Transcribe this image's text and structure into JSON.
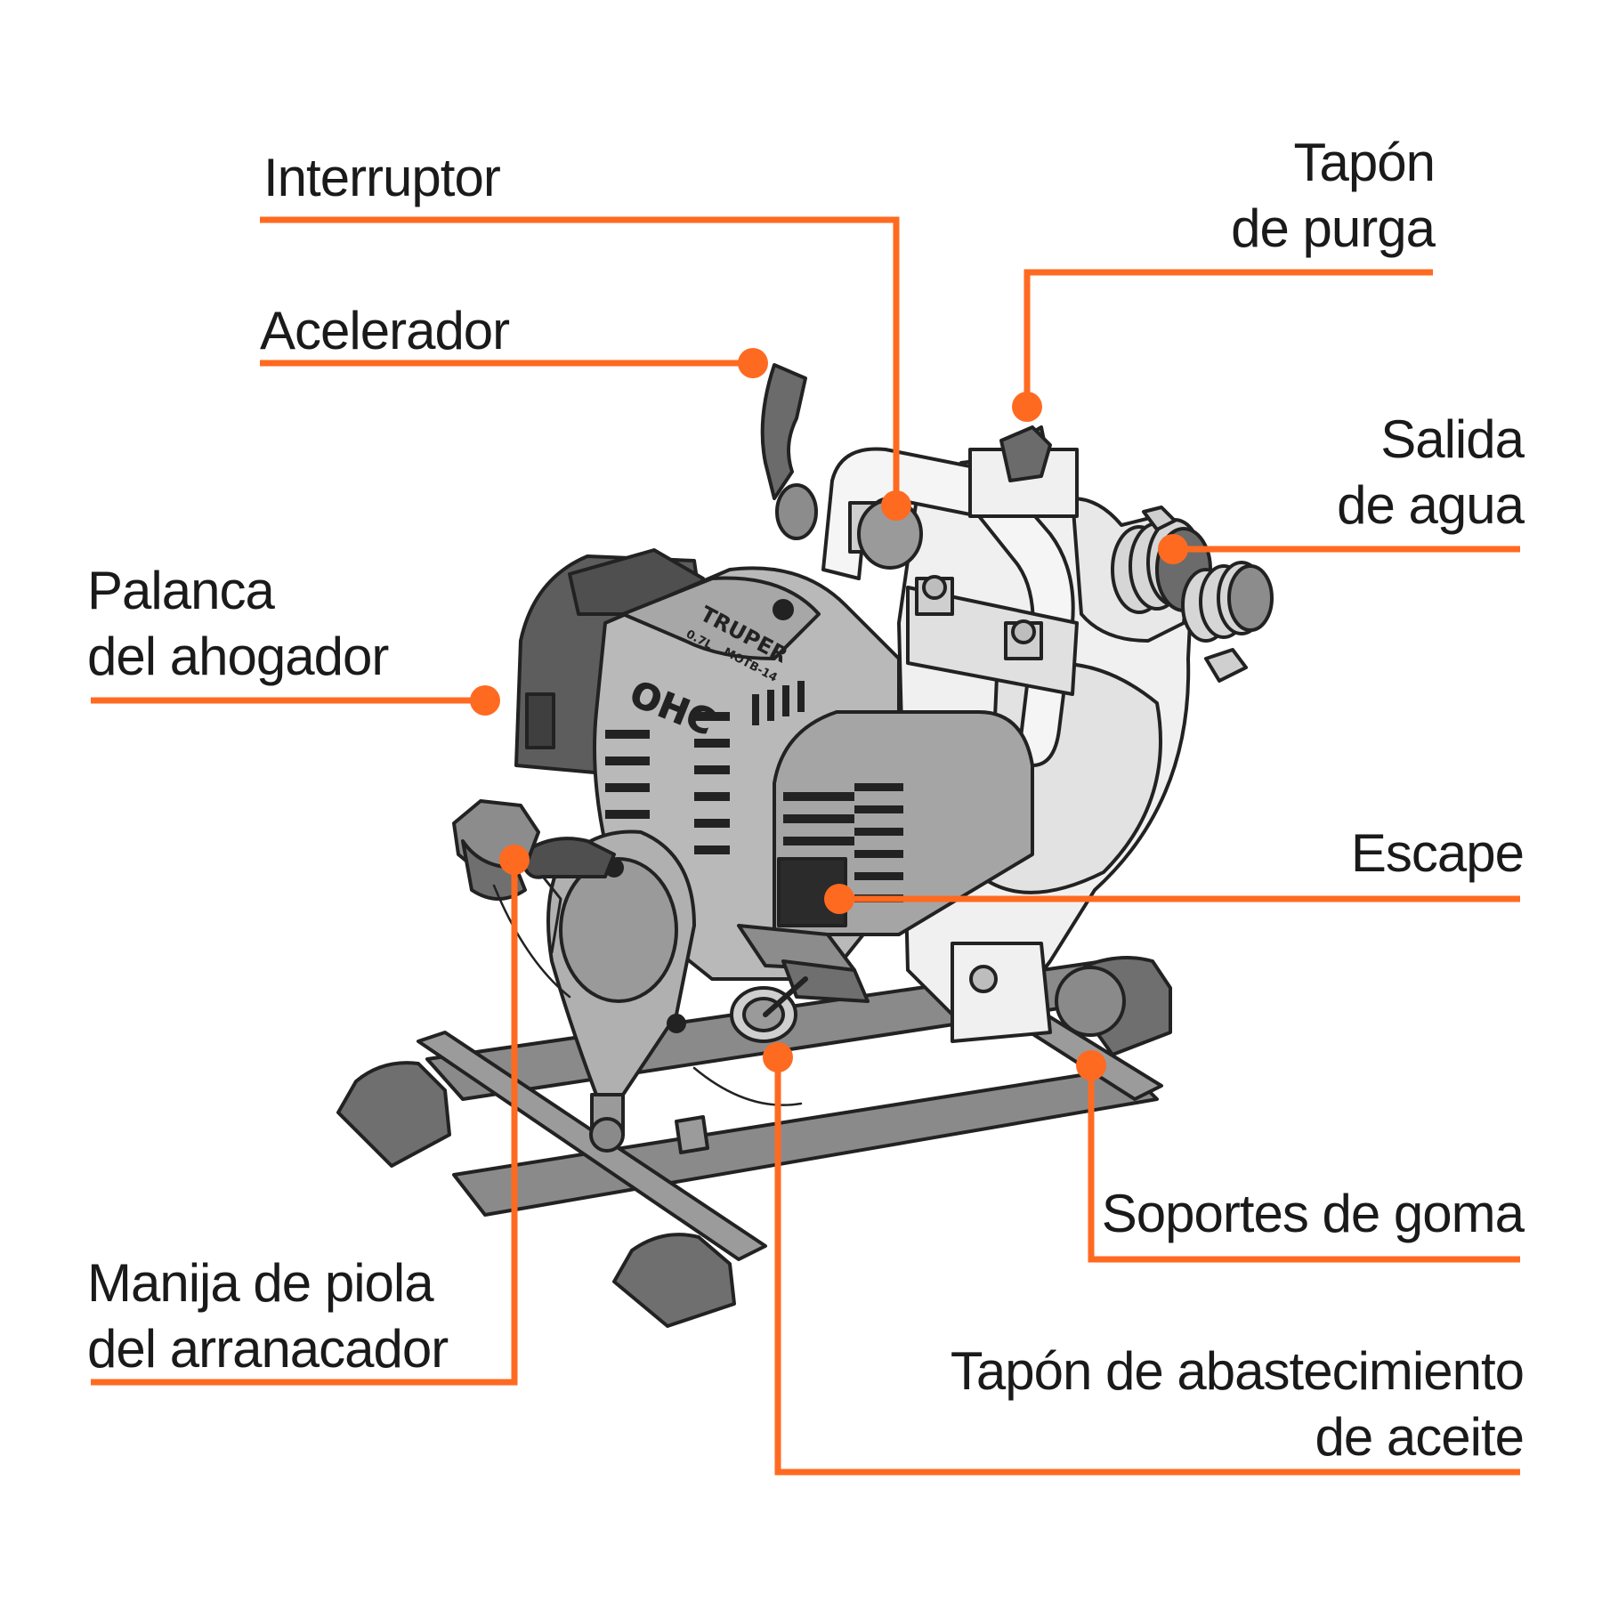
{
  "colors": {
    "accent": "#ff6a21",
    "text": "#1a1a1a",
    "body_light": "#f0f0f0",
    "body_mid": "#b9b9b9",
    "body_dark": "#6b6b6b",
    "outline": "#222222"
  },
  "engine": {
    "brand": "TRUPER",
    "spec": "0.7L",
    "model": "MOTB-14",
    "badge": "OHC"
  },
  "labels": {
    "interruptor": "Interruptor",
    "acelerador": "Acelerador",
    "palanca": [
      "Palanca",
      "del ahogador"
    ],
    "manija": [
      "Manija de piola",
      "del arranacador"
    ],
    "tapon_purga": [
      "Tapón",
      "de purga"
    ],
    "salida": [
      "Salida",
      "de agua"
    ],
    "escape": "Escape",
    "soportes": "Soportes de goma",
    "tapon_aceite": [
      "Tapón de abastecimiento",
      "de aceite"
    ]
  }
}
